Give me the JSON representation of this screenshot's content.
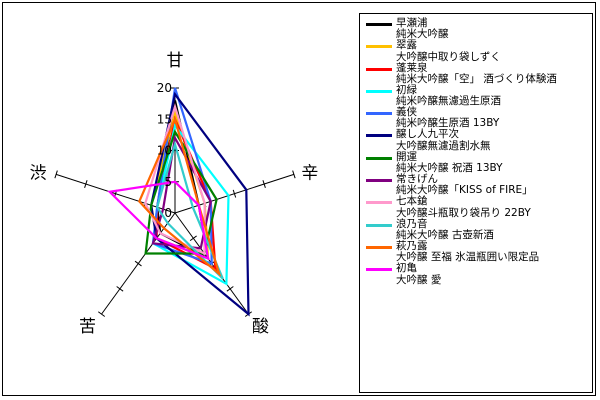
{
  "chart_data": {
    "type": "radar",
    "axes": [
      "甘",
      "辛",
      "酸",
      "苦",
      "渋"
    ],
    "tick_labels": [
      "0",
      "5",
      "10",
      "15",
      "20"
    ],
    "rlim": [
      0,
      20
    ],
    "legend_position": "right",
    "grid": false,
    "series": [
      {
        "name": "早瀬浦",
        "desc": "純米大吟醸",
        "color": "#000000",
        "values": [
          18,
          4,
          9,
          4,
          3
        ]
      },
      {
        "name": "翠露",
        "desc": "大吟醸中取り袋しずく",
        "color": "#ffc000",
        "values": [
          16,
          5,
          9,
          5,
          4
        ]
      },
      {
        "name": "蓬莱泉",
        "desc": "純米大吟醸「空」 酒づくり体験酒",
        "color": "#ff0000",
        "values": [
          15,
          6,
          11,
          5,
          3
        ]
      },
      {
        "name": "初緑",
        "desc": "純米吟醸無濾過生原酒",
        "color": "#00ffff",
        "values": [
          14,
          9,
          14,
          6,
          3
        ]
      },
      {
        "name": "義侠",
        "desc": "純米吟醸生原酒 13BY",
        "color": "#3366ff",
        "values": [
          20,
          6,
          10,
          6,
          3
        ]
      },
      {
        "name": "醸し人九平次",
        "desc": "大吟醸無濾過割水無",
        "color": "#000080",
        "values": [
          19,
          12,
          20,
          5,
          4
        ]
      },
      {
        "name": "開運",
        "desc": "純米大吟醸 祝酒 13BY",
        "color": "#008000",
        "values": [
          13,
          7,
          8,
          8,
          4
        ]
      },
      {
        "name": "常きげん",
        "desc": "純米大吟醸「KISS of FIRE」",
        "color": "#800080",
        "values": [
          12,
          6,
          7,
          6,
          2
        ]
      },
      {
        "name": "七本鎗",
        "desc": "大吟醸斗瓶取り袋吊り 22BY",
        "color": "#ff99cc",
        "values": [
          17,
          5,
          8,
          4,
          5
        ]
      },
      {
        "name": "浪乃音",
        "desc": "純米大吟醸 古壺新酒",
        "color": "#33cccc",
        "values": [
          11,
          3,
          13,
          2,
          3
        ]
      },
      {
        "name": "萩乃露",
        "desc": "大吟醸 至福 氷温瓶囲い限定品",
        "color": "#ff6600",
        "values": [
          15,
          4,
          12,
          3,
          6
        ]
      },
      {
        "name": "初亀",
        "desc": "大吟醸 愛",
        "color": "#ff00ff",
        "values": [
          5,
          4,
          9,
          5,
          11
        ]
      }
    ]
  }
}
